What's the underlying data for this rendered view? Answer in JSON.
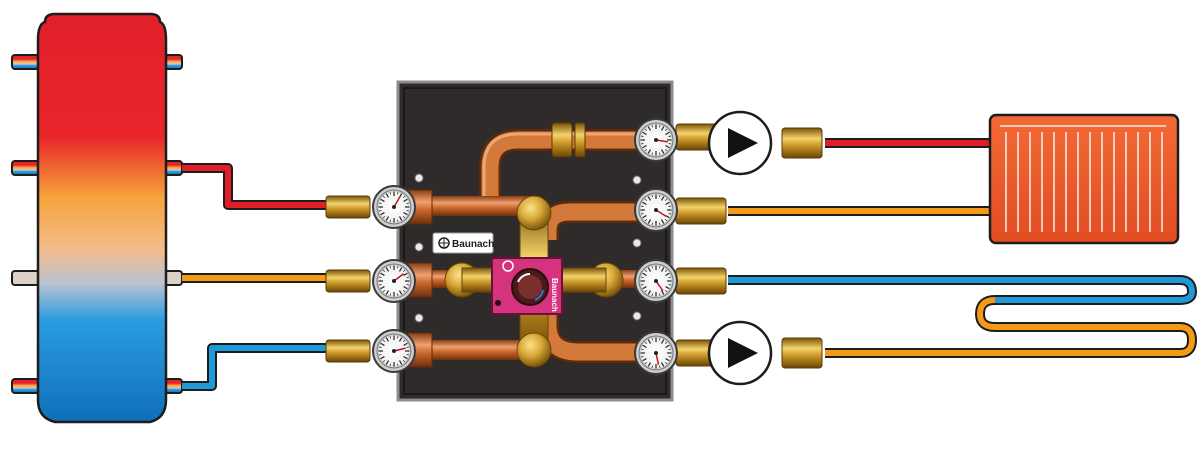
{
  "brand": {
    "name": "Baunach",
    "logo_icon": "baunach-logo-icon"
  },
  "colors": {
    "hot_supply": "#e01e2a",
    "warm_return": "#f39a17",
    "cold_return": "#1e9ad6",
    "cabinet": "#2e2b2a",
    "copper": "#c8702f",
    "brass": "#d9a83a",
    "mixer_plate": "#d6337f",
    "radiator": "#ee5a2a"
  },
  "components": {
    "tank": "buffer-storage-tank",
    "cabinet": "hydraulic-module-cabinet",
    "radiator": "radiator-heating-circuit",
    "floor_heating": "underfloor-heating-loop",
    "pumps": [
      "circulation-pump-top",
      "circulation-pump-bottom"
    ],
    "gauges": [
      "thermometer-icon"
    ],
    "mixer": "three-way-mixing-valve"
  }
}
